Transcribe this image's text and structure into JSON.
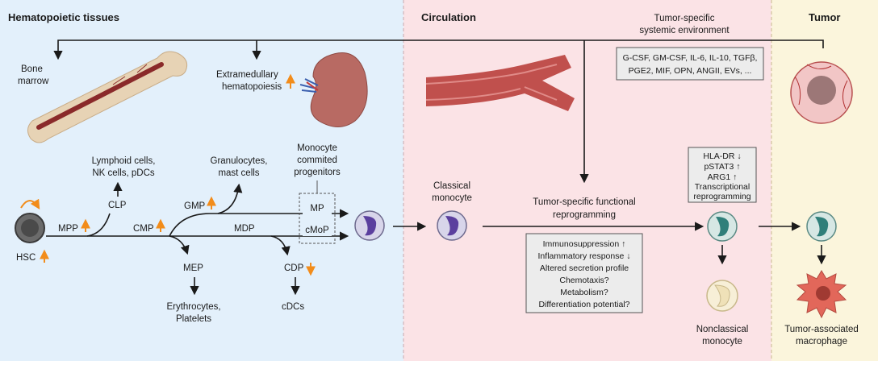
{
  "panels": {
    "hematopoietic": {
      "title": "Hematopoietic tissues",
      "color": "#e3f0fb"
    },
    "circulation": {
      "title": "Circulation",
      "color": "#fbe3e6"
    },
    "tumor": {
      "title": "Tumor",
      "color": "#fbf5dc"
    }
  },
  "systemic": {
    "title_line1": "Tumor-specific",
    "title_line2": "systemic environment",
    "box_line1": "G-CSF, GM-CSF, IL-6, IL-10, TGFβ,",
    "box_line2": "PGE2, MIF, OPN, ANGII, EVs, ..."
  },
  "tissues": {
    "bone_marrow_line1": "Bone",
    "bone_marrow_line2": "marrow",
    "extramedullary_line1": "Extramedullary",
    "extramedullary_line2": "hematopoiesis"
  },
  "cells": {
    "hsc": "HSC",
    "mpp": "MPP",
    "clp": "CLP",
    "lymphoid_line1": "Lymphoid cells,",
    "lymphoid_line2": "NK cells, pDCs",
    "cmp": "CMP",
    "gmp": "GMP",
    "granulocytes_line1": "Granulocytes,",
    "granulocytes_line2": "mast cells",
    "mdp": "MDP",
    "mep": "MEP",
    "erythrocytes_line1": "Erythrocytes,",
    "erythrocytes_line2": "Platelets",
    "cdp": "CDP",
    "cdcs": "cDCs",
    "monocyte_progenitors_line1": "Monocyte",
    "monocyte_progenitors_line2": "commited",
    "monocyte_progenitors_line3": "progenitors",
    "mp": "MP",
    "cmop": "cMoP",
    "classical_line1": "Classical",
    "classical_line2": "monocyte",
    "nonclassical_line1": "Nonclassical",
    "nonclassical_line2": "monocyte",
    "tam_line1": "Tumor-associated",
    "tam_line2": "macrophage"
  },
  "reprogramming": {
    "title_line1": "Tumor-specific functional",
    "title_line2": "reprogramming",
    "items": [
      "Immunosuppression ↑",
      "Inflammatory response ↓",
      "Altered secretion profile",
      "Chemotaxis?",
      "Metabolism?",
      "Differentiation potential?"
    ]
  },
  "markers": {
    "items": [
      "HLA-DR ↓",
      "pSTAT3 ↑",
      "ARG1 ↑",
      "Transcriptional",
      "reprogramming"
    ]
  },
  "colors": {
    "up_arrow": "#f28c1a",
    "monocyte_purple": "#5b3f9e",
    "nonclassical_teal": "#2f7f7a",
    "tam_red": "#e2675a",
    "box_fill": "#ececec"
  }
}
